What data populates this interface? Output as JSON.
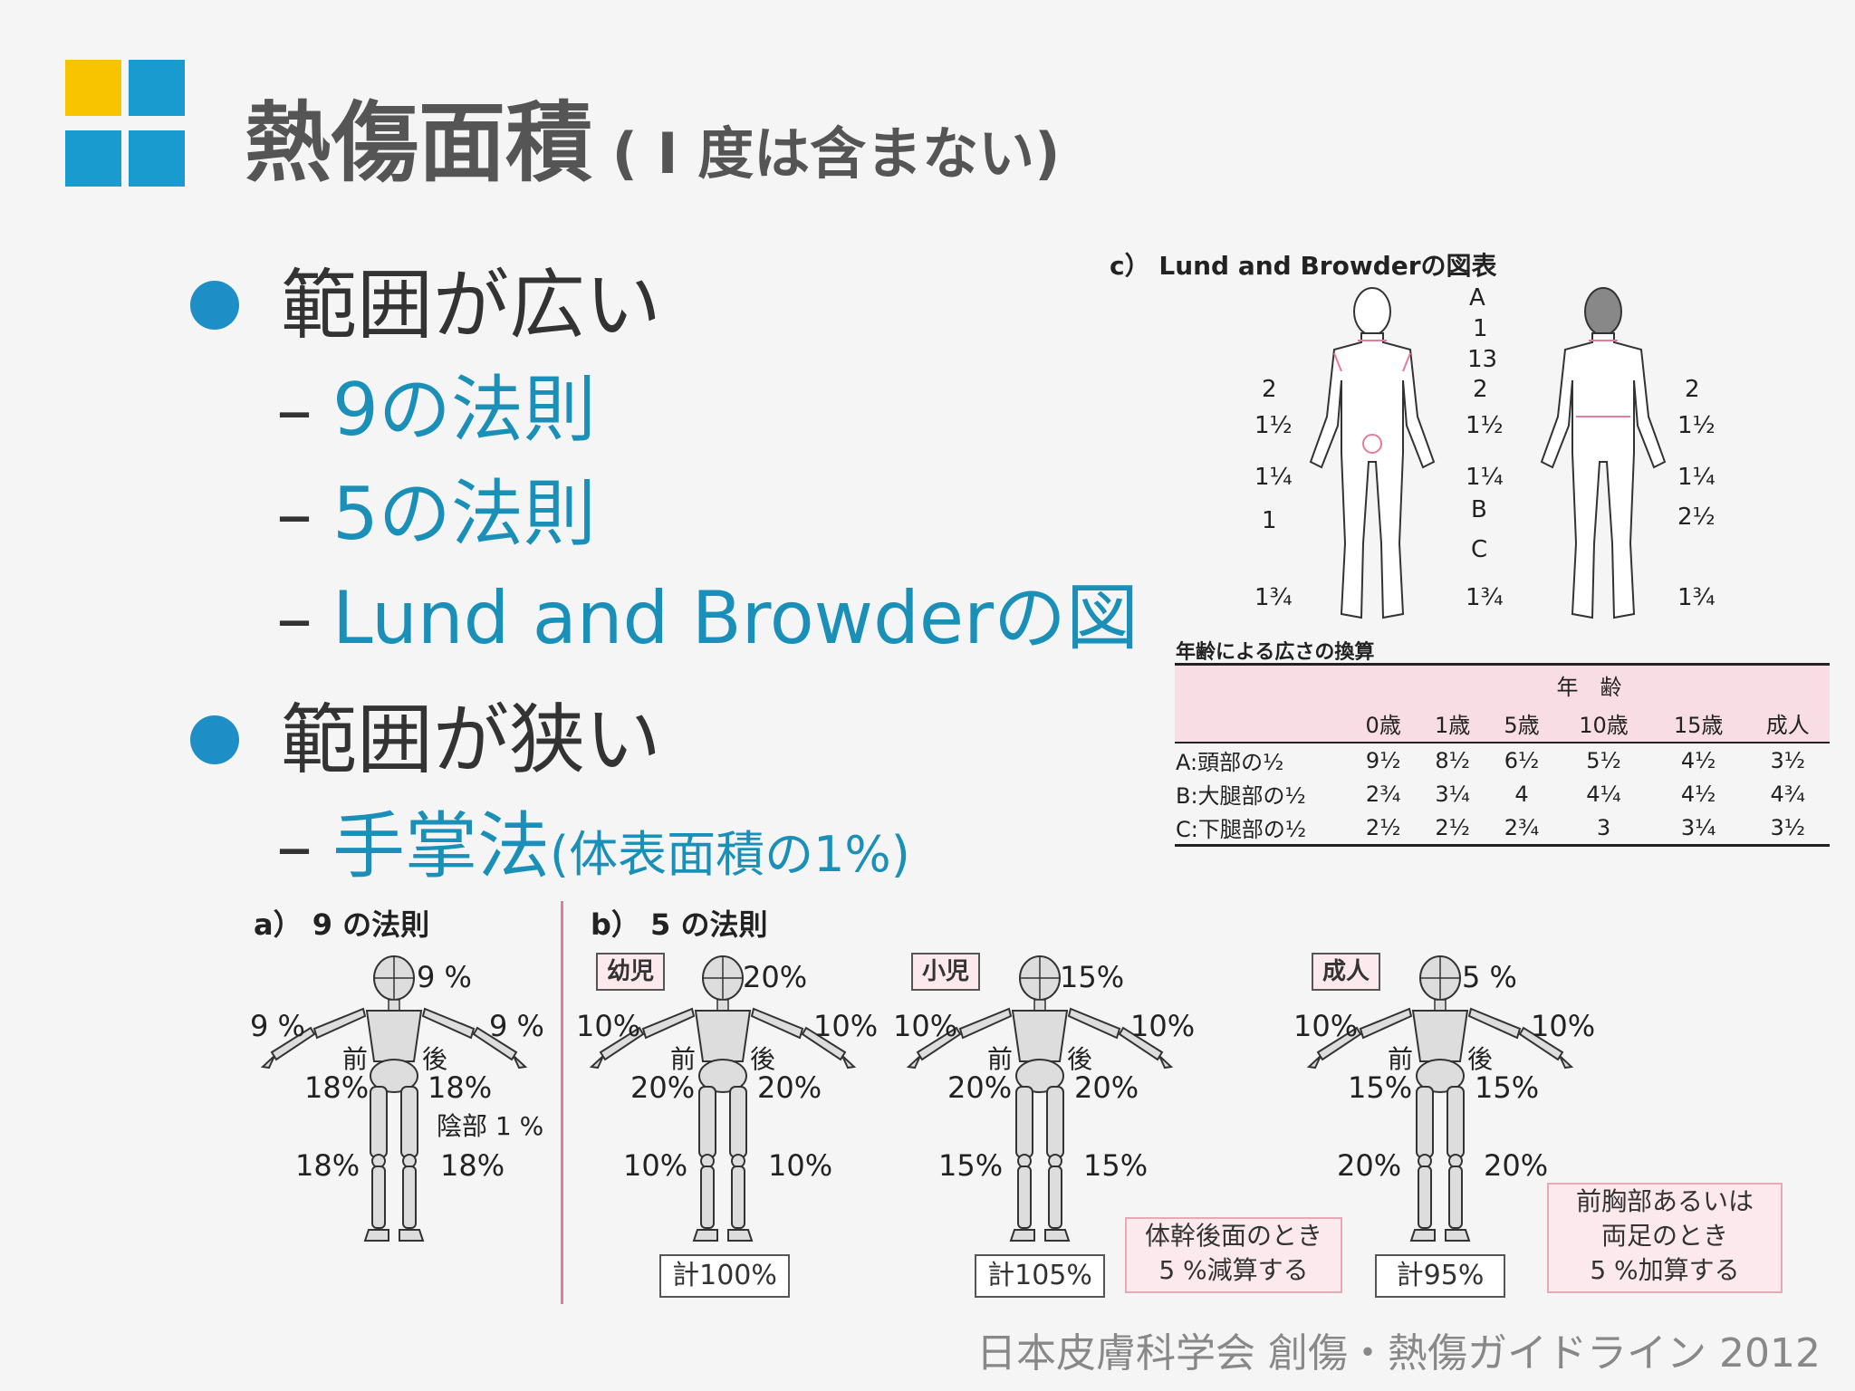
{
  "colors": {
    "logo_yellow": "#f8c400",
    "logo_blue": "#1a9bd0",
    "accent_blue": "#1a8fb8",
    "bullet_blue": "#1e8fc6",
    "pink": "#f8dde4"
  },
  "title": {
    "main": "熱傷面積",
    "sub": " ( I 度は含まない)"
  },
  "bullets": [
    {
      "text": "範囲が広い",
      "subs": [
        {
          "text": "9の法則"
        },
        {
          "text": "5の法則"
        },
        {
          "text": "Lund and Browderの図"
        }
      ]
    },
    {
      "text": "範囲が狭い",
      "subs": [
        {
          "main": "手掌法",
          "small": "(体表面積の1%)"
        }
      ]
    }
  ],
  "lund_figure": {
    "caption": "c） Lund and Browderの図表",
    "labels_center": [
      "A",
      "1",
      "13",
      "2",
      "1½",
      "1¼",
      "B",
      "C",
      "1¾"
    ],
    "labels_left": [
      "2",
      "1½",
      "1¼",
      "1",
      "1¾"
    ],
    "labels_right": [
      "2",
      "1½",
      "1¼",
      "2½",
      "1¾"
    ]
  },
  "age_table": {
    "caption": "年齢による広さの換算",
    "group_header": "年　齢",
    "columns": [
      "0歳",
      "1歳",
      "5歳",
      "10歳",
      "15歳",
      "成人"
    ],
    "rows": [
      {
        "label": "A:頭部の½",
        "values": [
          "9½",
          "8½",
          "6½",
          "5½",
          "4½",
          "3½"
        ]
      },
      {
        "label": "B:大腿部の½",
        "values": [
          "2¾",
          "3¼",
          "4",
          "4¼",
          "4½",
          "4¾"
        ]
      },
      {
        "label": "C:下腿部の½",
        "values": [
          "2½",
          "2½",
          "2¾",
          "3",
          "3¼",
          "3½"
        ]
      }
    ]
  },
  "rule_of_nines": {
    "caption": "a） 9 の法則",
    "head": "9 %",
    "arm_left": "9 %",
    "arm_right": "9 %",
    "front_label": "前",
    "back_label": "後",
    "trunk_front": "18%",
    "trunk_back": "18%",
    "genital": "陰部 1 %",
    "leg_left": "18%",
    "leg_right": "18%"
  },
  "rule_of_fives": {
    "caption": "b） 5 の法則",
    "figures": [
      {
        "label": "幼児",
        "head": "20%",
        "arm_left": "10%",
        "arm_right": "10%",
        "trunk_front": "20%",
        "trunk_back": "20%",
        "leg_left": "10%",
        "leg_right": "10%",
        "total": "計100%"
      },
      {
        "label": "小児",
        "head": "15%",
        "arm_left": "10%",
        "arm_right": "10%",
        "trunk_front": "20%",
        "trunk_back": "20%",
        "leg_left": "15%",
        "leg_right": "15%",
        "total": "計105%"
      },
      {
        "label": "成人",
        "head": "5 %",
        "arm_left": "10%",
        "arm_right": "10%",
        "trunk_front": "15%",
        "trunk_back": "15%",
        "leg_left": "20%",
        "leg_right": "20%",
        "total": "計95%"
      }
    ],
    "front_label": "前",
    "back_label": "後",
    "note_child": [
      "体幹後面のとき",
      "5 %減算する"
    ],
    "note_adult": [
      "前胸部あるいは",
      "両足のとき",
      "5 %加算する"
    ]
  },
  "footer": "日本皮膚科学会 創傷・熱傷ガイドライン 2012"
}
